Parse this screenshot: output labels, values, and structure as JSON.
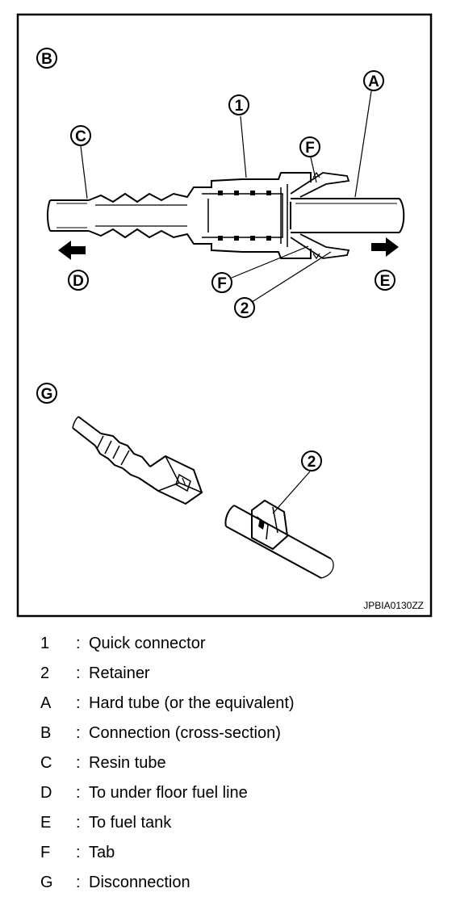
{
  "figure": {
    "section_b_label": "B",
    "section_g_label": "G",
    "callouts": {
      "one": "1",
      "two_top": "2",
      "two_bottom": "2",
      "a": "A",
      "c": "C",
      "d": "D",
      "e": "E",
      "f_top": "F",
      "f_bottom": "F"
    },
    "image_code": "JPBIA0130ZZ"
  },
  "legend": [
    {
      "key": "1",
      "desc": "Quick connector"
    },
    {
      "key": "2",
      "desc": "Retainer"
    },
    {
      "key": "A",
      "desc": "Hard tube (or the equivalent)"
    },
    {
      "key": "B",
      "desc": "Connection (cross-section)"
    },
    {
      "key": "C",
      "desc": "Resin tube"
    },
    {
      "key": "D",
      "desc": "To under floor fuel line"
    },
    {
      "key": "E",
      "desc": "To fuel tank"
    },
    {
      "key": "F",
      "desc": "Tab"
    },
    {
      "key": "G",
      "desc": "Disconnection"
    }
  ]
}
